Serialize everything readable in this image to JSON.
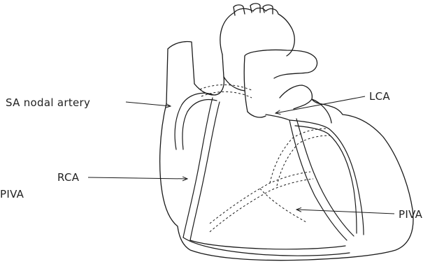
{
  "labels": {
    "sa_nodal_artery": "SA nodal artery",
    "lca": "LCA",
    "rca": "RCA",
    "piva_right": "PIVA",
    "piva_left": "PIVA"
  },
  "colors": {
    "ink": "#1a1a1a",
    "background": "#ffffff"
  }
}
